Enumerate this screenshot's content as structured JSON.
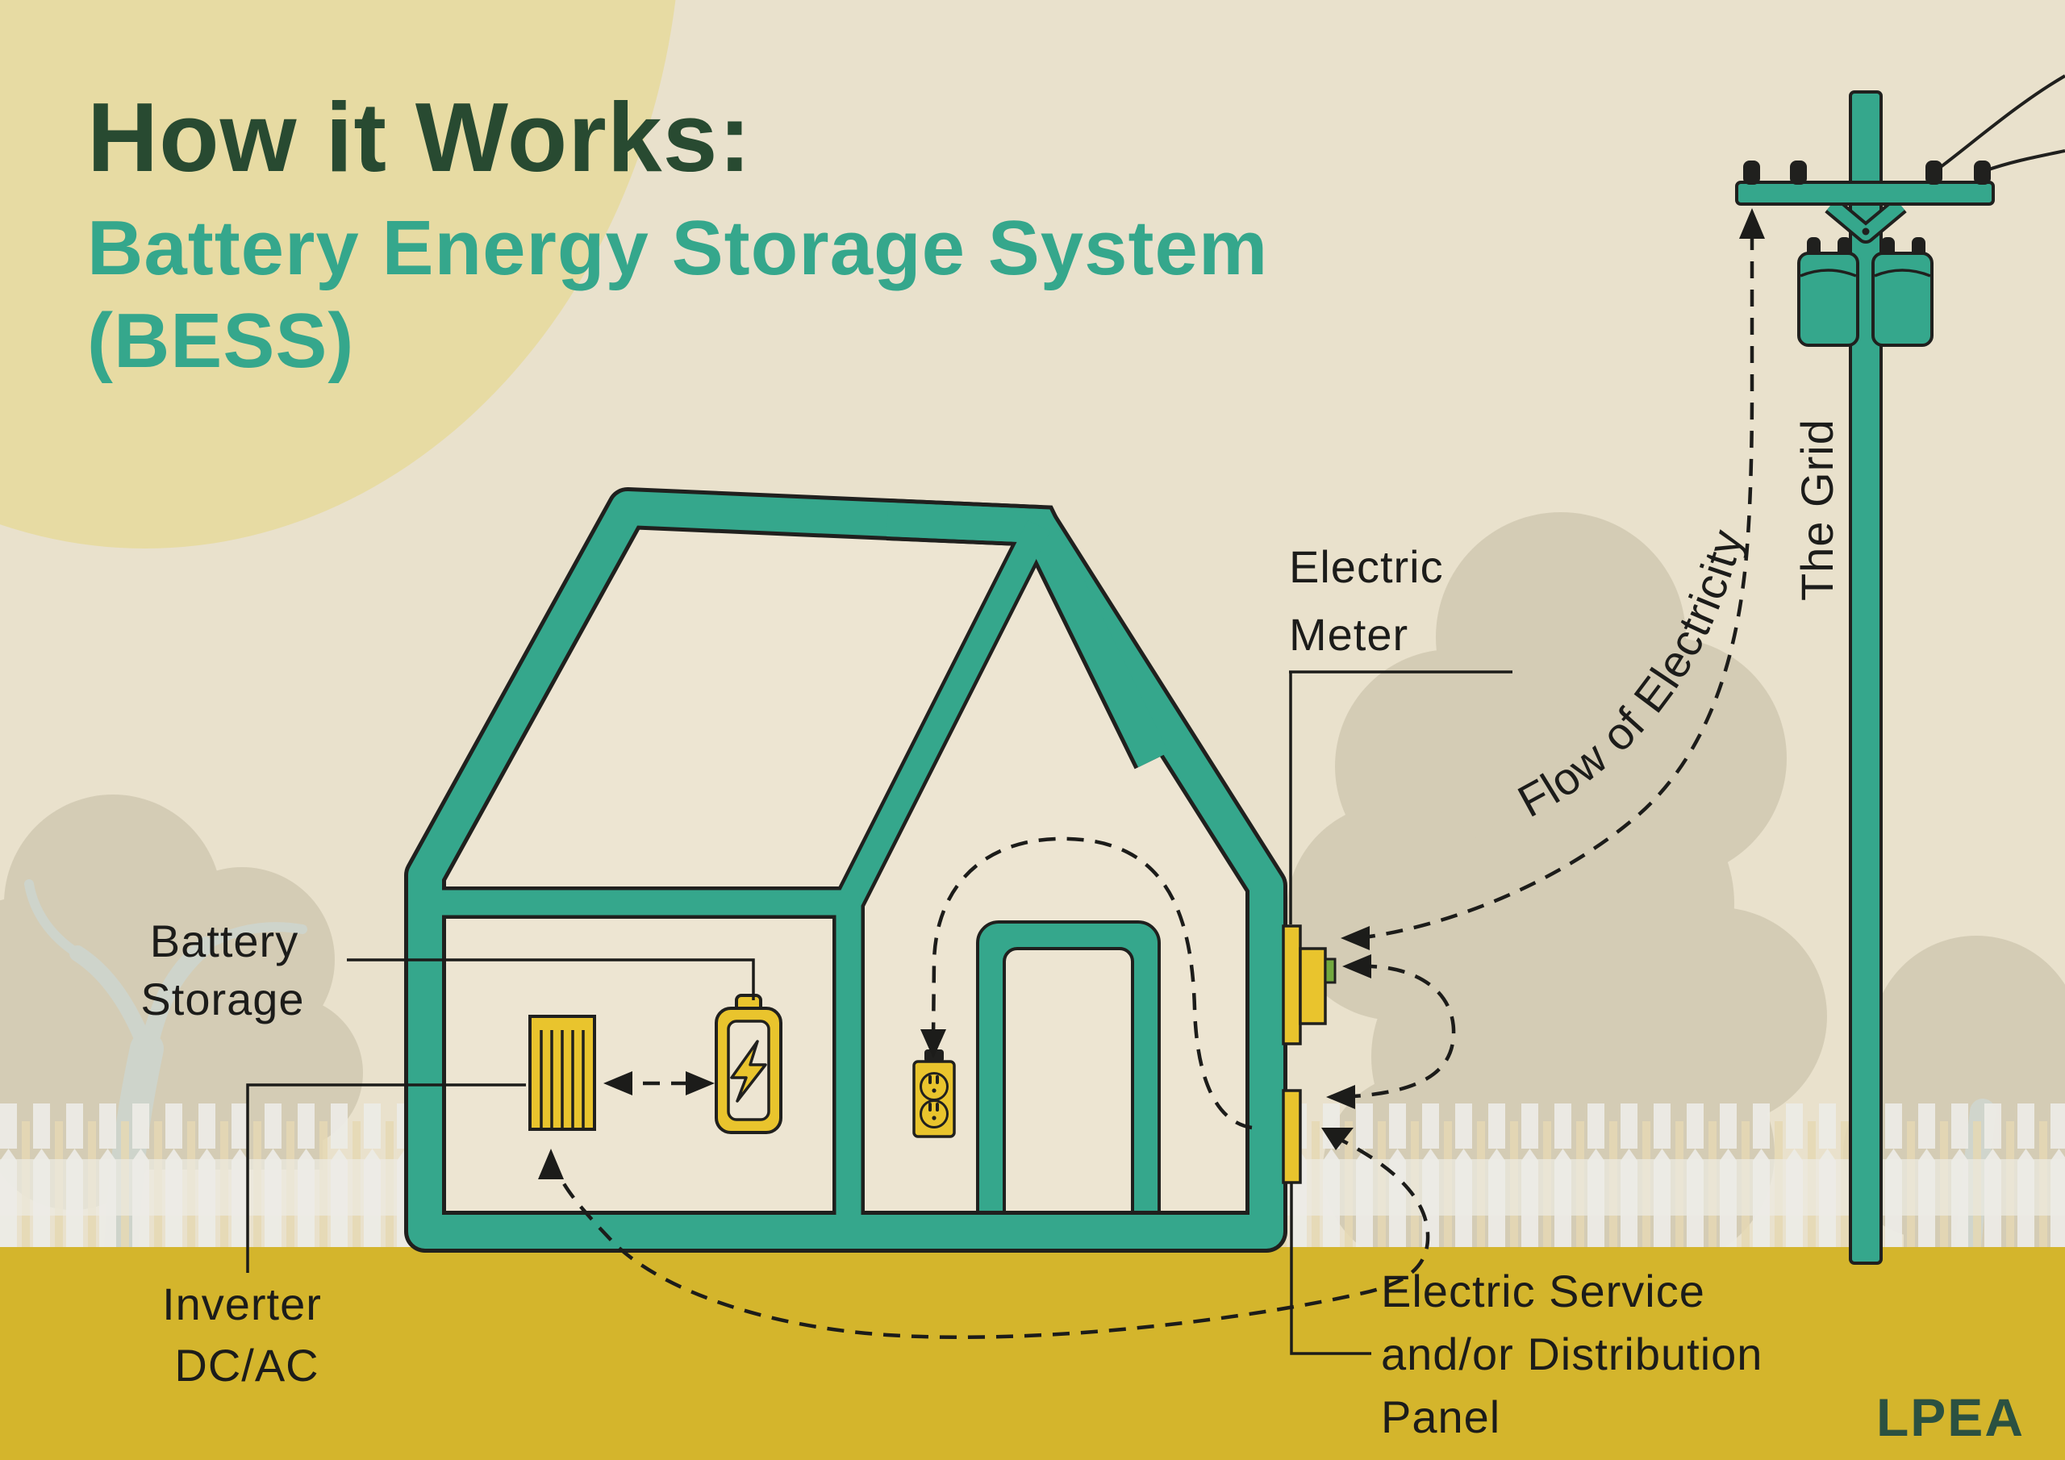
{
  "title": {
    "line1": "How it Works:",
    "line2": "Battery Energy Storage System",
    "line3": "(BESS)"
  },
  "labels": {
    "battery_storage": [
      "Battery",
      "Storage"
    ],
    "inverter": [
      "Inverter",
      "DC/AC"
    ],
    "electric_meter": [
      "Electric",
      "Meter"
    ],
    "service_panel": [
      "Electric Service",
      "and/or Distribution",
      "Panel"
    ],
    "flow_of_electricity": "Flow of Electricity",
    "the_grid": "The Grid"
  },
  "logo": {
    "text": "LPEA"
  },
  "icons": [
    "battery-icon",
    "inverter-icon",
    "outlet-icon",
    "electric-meter-icon",
    "service-panel-icon",
    "utility-pole-icon",
    "transformer-icon",
    "lightning-bolt-icon",
    "house-icon",
    "sun-icon",
    "tree-icon",
    "fence-icon"
  ],
  "colors": {
    "teal": "#35a78c",
    "dark_green": "#284a31",
    "icon_yellow": "#e9c42d",
    "ground_yellow": "#d4b52c",
    "logo_green": "#2b5141",
    "background": "#e9e1cc",
    "sun": "#e7dba3",
    "tree": "#d4ccb5",
    "outline": "#20201e",
    "meter_green": "#72a93f"
  }
}
